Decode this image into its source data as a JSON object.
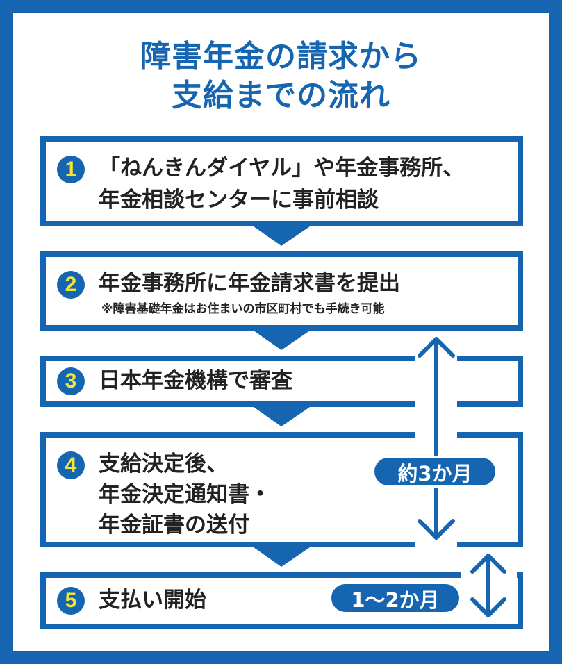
{
  "title": {
    "line1": "障害年金の請求から",
    "line2": "支給までの流れ"
  },
  "steps": [
    {
      "number": "1",
      "lines": [
        "「ねんきんダイヤル」や年金事務所、",
        "年金相談センターに事前相談"
      ]
    },
    {
      "number": "2",
      "lines": [
        "年金事務所に年金請求書を提出"
      ],
      "note": "※障害基礎年金はお住まいの市区町村でも手続き可能"
    },
    {
      "number": "3",
      "lines": [
        "日本年金機構で審査"
      ]
    },
    {
      "number": "4",
      "lines": [
        "支給決定後、",
        "年金決定通知書・",
        "年金証書の送付"
      ]
    },
    {
      "number": "5",
      "lines": [
        "支払い開始"
      ]
    }
  ],
  "durations": {
    "review_to_notice": "約3か月",
    "notice_to_payment": "1～2か月"
  },
  "colors": {
    "primary": "#1565b0",
    "number": "#f2e53a",
    "text": "#222222",
    "background": "#ffffff"
  }
}
